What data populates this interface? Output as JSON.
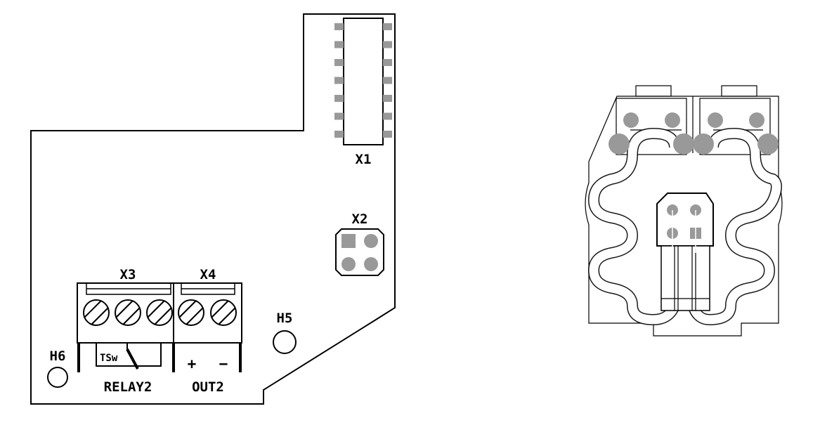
{
  "colors": {
    "outline": "#000000",
    "pad": "#999999",
    "paper": "#ffffff",
    "trace": "#333333"
  },
  "pcb_left": {
    "labels": {
      "x1": "X1",
      "x2": "X2",
      "x3": "X3",
      "x4": "X4",
      "h5": "H5",
      "h6": "H6",
      "tsw": "TSw",
      "relay2": "RELAY2",
      "out2": "OUT2",
      "plus": "+",
      "minus": "−"
    }
  },
  "pcb_right": {
    "description_visible_text": ""
  }
}
